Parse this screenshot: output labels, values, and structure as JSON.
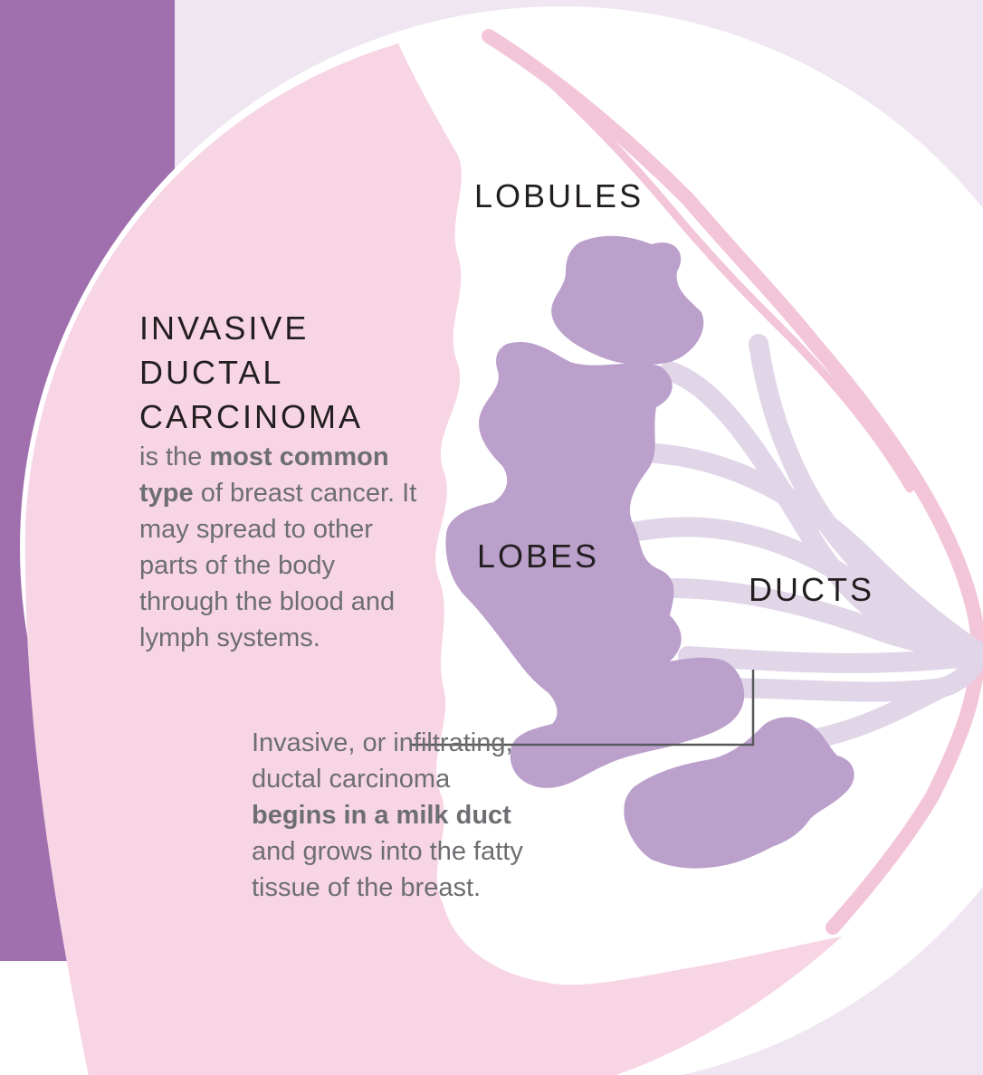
{
  "colors": {
    "purple_bar": "#a06fae",
    "lavender_bg": "#efe6f2",
    "breast_pink": "#f8d5e4",
    "skin_line": "#f3c5d8",
    "lobe_purple": "#bca0cc",
    "duct_lilac": "#e1d6e8",
    "heading_text": "#231f20",
    "body_text": "#6d6e71",
    "leader_line": "#58595b"
  },
  "labels": {
    "lobules": "LOBULES",
    "lobes": "LOBES",
    "ducts": "DUCTS"
  },
  "title": {
    "line1": "INVASIVE",
    "line2": "DUCTAL",
    "line3": "CARCINOMA"
  },
  "description": {
    "part1": "is the ",
    "bold1": "most common type",
    "part2": " of breast cancer. It may spread to other parts of the body through the blood and lymph systems."
  },
  "note": {
    "part1": "Invasive, or infiltrating, ductal carcinoma ",
    "bold1": "begins in a milk duct",
    "part2": " and grows into the fatty tissue of the breast."
  }
}
